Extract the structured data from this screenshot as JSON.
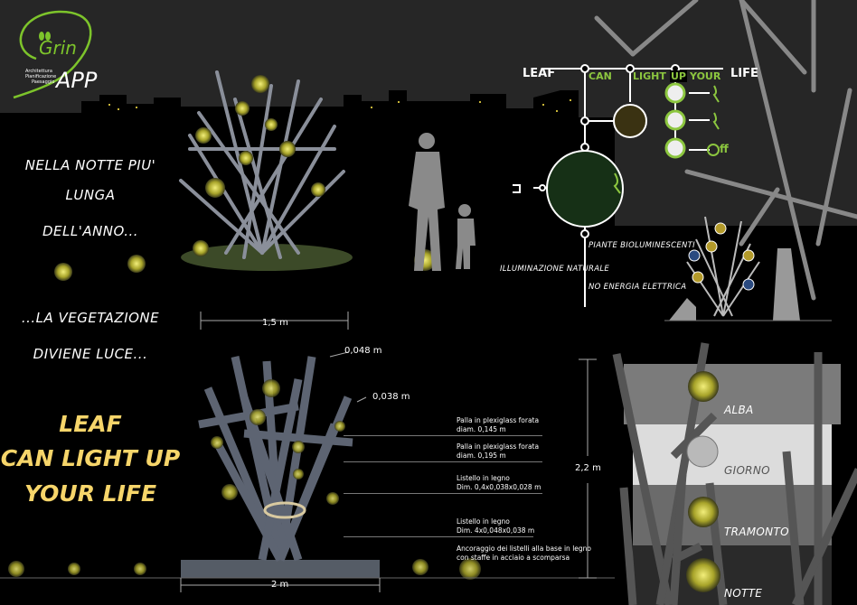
{
  "logo": {
    "brand": "Grin APP",
    "small_text": "GrinAPP",
    "tagline": [
      "Architettura",
      "Pianificazione",
      "Paesaggio"
    ],
    "accent": "#7dc42b"
  },
  "phrases": {
    "line1": "NELLA NOTTE PIU'",
    "line2": "LUNGA",
    "line3": "DELL'ANNO...",
    "line4": "...LA VEGETAZIONE",
    "line5": "DIVIENE LUCE..."
  },
  "slogan": {
    "line1": "LEAF",
    "line2": "CAN LIGHT UP",
    "line3": "YOUR LIFE",
    "color": "#f6d56a"
  },
  "diagram": {
    "words": {
      "leaf": "LEAF",
      "can": "CAN",
      "light": "LIGHT",
      "up": "UP",
      "your": "YOUR",
      "life": "LIFE"
    },
    "off_label": "ff",
    "features": [
      "PIANTE BIOLUMINESCENTI",
      "ILLUMINAZIONE NATURALE",
      "NO ENERGIA ELETTRICA"
    ],
    "green": "#8cc63f"
  },
  "dimensions": {
    "top_width": "1,5 m",
    "section_1": "0,048 m",
    "section_2": "0,038 m",
    "height": "2,2 m",
    "base_width": "2 m"
  },
  "annotations": [
    {
      "line1": "Palla in plexiglass forata",
      "line2": "diam. 0,145 m"
    },
    {
      "line1": "Palla in plexiglass forata",
      "line2": "diam. 0,195 m"
    },
    {
      "line1": "Listello in legno",
      "line2": "Dim. 0,4x0,038x0,028 m"
    },
    {
      "line1": "Listello in legno",
      "line2": "Dim. 4x0,048x0,038 m"
    },
    {
      "line1": "Ancoraggio dei listelli alla base in legno",
      "line2": "con staffe in acciaio a scomparsa"
    }
  ],
  "phases": [
    "ALBA",
    "GIORNO",
    "TRAMONTO",
    "NOTTE"
  ]
}
